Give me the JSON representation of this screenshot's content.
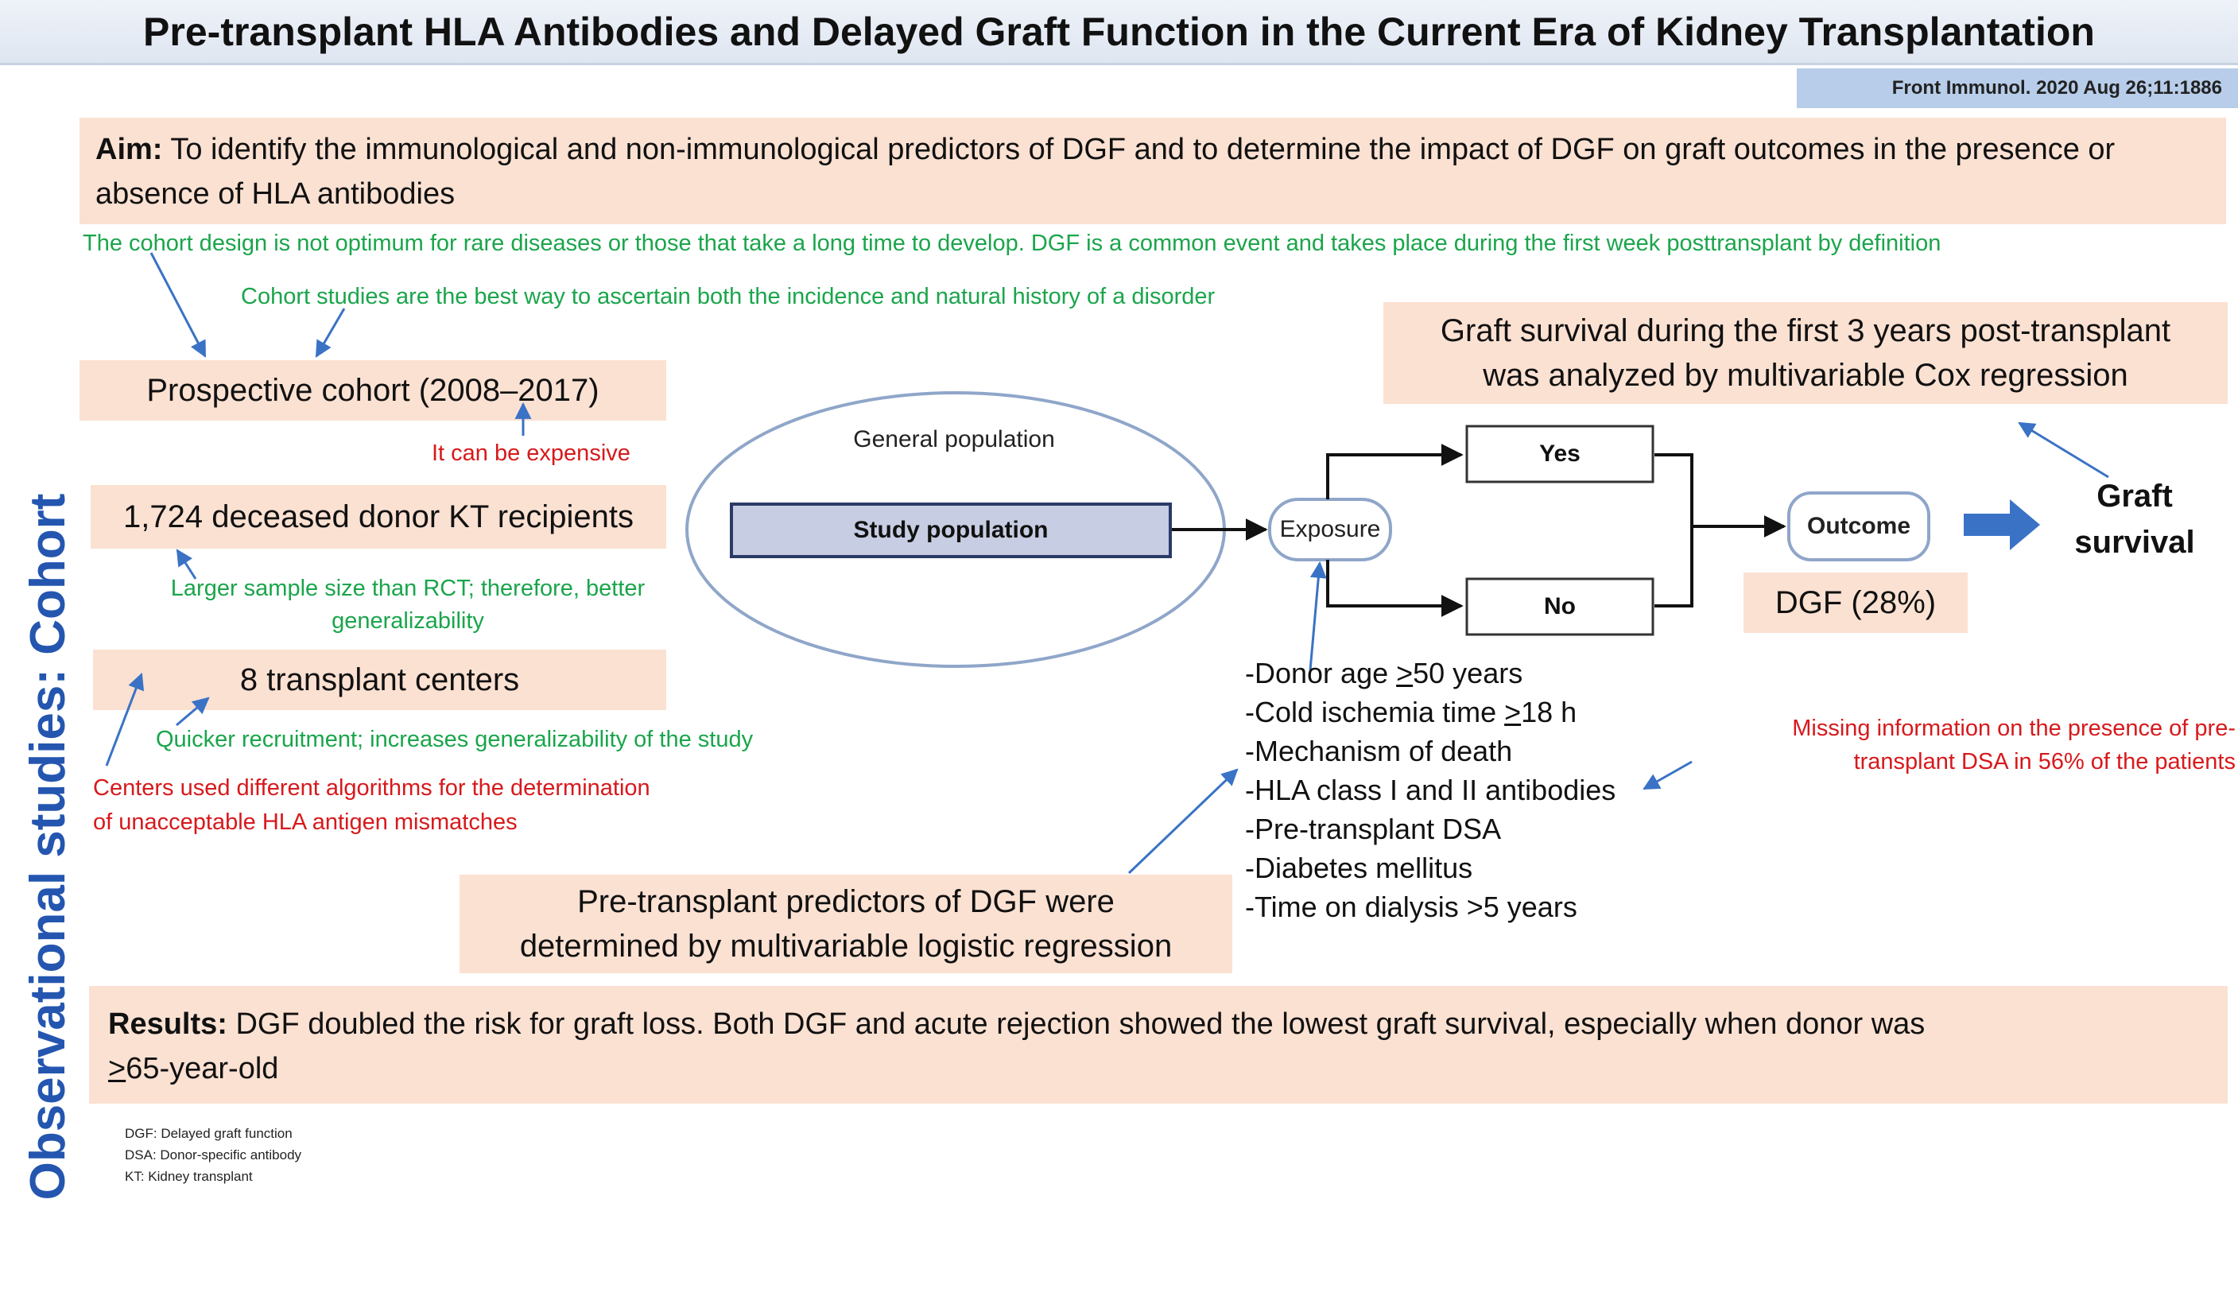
{
  "header": {
    "title": "Pre-transplant HLA Antibodies and Delayed Graft Function in the Current Era of Kidney Transplantation",
    "citation": "Front Immunol. 2020 Aug 26;11:1886"
  },
  "side_title": "Observational studies: Cohort",
  "aim": {
    "label": "Aim:",
    "text": " To identify the immunological and non-immunological predictors of DGF and to determine the impact of DGF on graft outcomes in the presence or absence of HLA antibodies"
  },
  "notes": {
    "cohort_design": "The cohort design is not optimum for rare diseases or those that take a long time to develop.  DGF is a common event and takes place during the first week posttransplant by definition",
    "cohort_best": "Cohort studies are the best way to ascertain both the incidence and natural history of a disorder",
    "expensive": "It can be expensive",
    "sample_size_1": "Larger sample size than RCT; therefore, better",
    "sample_size_2": "generalizability",
    "quicker": "Quicker recruitment; increases generalizability of the study",
    "centers_algo_1": "Centers used different algorithms for the determination",
    "centers_algo_2": "of unacceptable HLA antigen mismatches",
    "missing_info_1": "Missing information on the presence of pre-",
    "missing_info_2": "transplant DSA in 56% of the patients"
  },
  "boxes": {
    "prospective": "Prospective cohort (2008–2017)",
    "recipients": "1,724 deceased donor KT recipients",
    "centers": "8 transplant centers",
    "graft_survival_analysis_1": "Graft survival during the first 3 years post-transplant",
    "graft_survival_analysis_2": "was analyzed by multivariable Cox regression",
    "predictors_1": "Pre-transplant predictors of DGF were",
    "predictors_2": "determined by multivariable logistic regression",
    "dgf_rate": "DGF (28%)"
  },
  "diagram": {
    "general_population": "General population",
    "study_population": "Study population",
    "exposure": "Exposure",
    "yes": "Yes",
    "no": "No",
    "outcome": "Outcome",
    "graft_1": "Graft",
    "graft_2": "survival"
  },
  "predictor_list": [
    {
      "pre": "-Donor age ",
      "u": ">",
      "post": "50 years"
    },
    {
      "pre": "-Cold ischemia time ",
      "u": ">",
      "post": "18 h"
    },
    {
      "pre": "-Mechanism of death",
      "u": "",
      "post": ""
    },
    {
      "pre": "-HLA class I and II antibodies",
      "u": "",
      "post": ""
    },
    {
      "pre": "-Pre-transplant DSA",
      "u": "",
      "post": ""
    },
    {
      "pre": "-Diabetes mellitus",
      "u": "",
      "post": ""
    },
    {
      "pre": "-Time on dialysis >5 years",
      "u": "",
      "post": ""
    }
  ],
  "results": {
    "label": "Results:",
    "text_1": " DGF doubled the risk for graft loss. Both DGF and acute rejection showed the lowest graft survival, especially when donor was",
    "u": ">",
    "text_2": "65-year-old"
  },
  "footnotes": [
    "DGF: Delayed graft function",
    "DSA: Donor-specific antibody",
    "KT: Kidney transplant"
  ],
  "colors": {
    "peach": "#fbe1d2",
    "green": "#1aa54b",
    "red": "#d7191c",
    "blue_title": "#2456b0",
    "study_pop_fill": "#c7cde2",
    "arrow_blue": "#3a72c6"
  }
}
